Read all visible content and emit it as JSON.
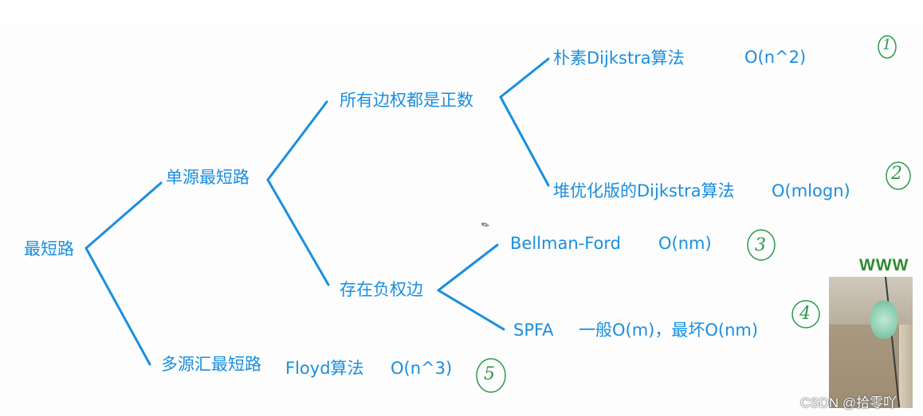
{
  "colors": {
    "tree_line": "#1a8ee0",
    "text": "#1a8ee0",
    "annotation": "#2a9a4a"
  },
  "tree": {
    "root": "最短路",
    "single_source": "单源最短路",
    "multi_source": "多源汇最短路",
    "all_positive": "所有边权都是正数",
    "has_negative": "存在负权边",
    "naive_dijkstra": "朴素Dijkstra算法",
    "naive_dijkstra_complexity": "O(n^2)",
    "heap_dijkstra": "堆优化版的Dijkstra算法",
    "heap_dijkstra_complexity": "O(mlogn)",
    "bellman_ford": "Bellman-Ford",
    "bellman_ford_complexity": "O(nm)",
    "spfa": "SPFA",
    "spfa_complexity": "一般O(m)，最坏O(nm)",
    "floyd": "Floyd算法",
    "floyd_complexity": "O(n^3)"
  },
  "annotations": [
    "1",
    "2",
    "3",
    "4",
    "5"
  ],
  "overlay": {
    "webcam_text": "WWW",
    "watermark": "CSDN @拾零吖"
  },
  "icons": {
    "cursor": "pen-cursor-icon"
  }
}
